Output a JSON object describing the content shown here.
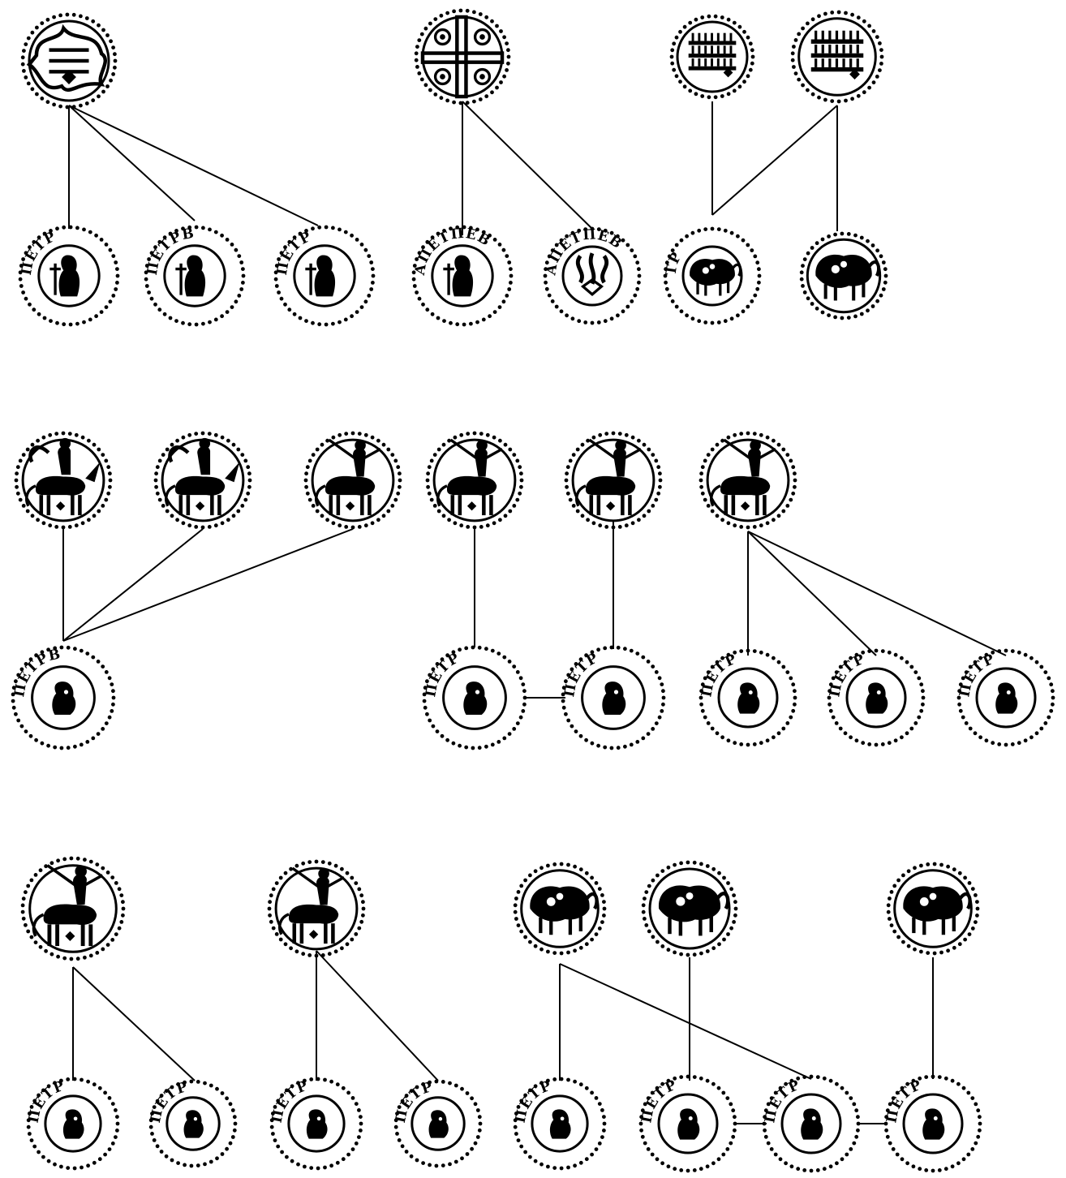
{
  "legend_texts": {
    "A": "ПЕТР",
    "B": "ПЕТРВ",
    "C": "АПЕТПЕВ",
    "D": "ТР"
  },
  "coins": [
    {
      "id": "c1",
      "kind": "ornament"
    },
    {
      "id": "c2",
      "kind": "saint",
      "legend": "A"
    },
    {
      "id": "c3",
      "kind": "saint",
      "legend": "B"
    },
    {
      "id": "c4",
      "kind": "saint",
      "legend": "A"
    },
    {
      "id": "c5",
      "kind": "cross"
    },
    {
      "id": "c6",
      "kind": "saint",
      "legend": "C"
    },
    {
      "id": "c7",
      "kind": "knot",
      "legend": "C"
    },
    {
      "id": "c8",
      "kind": "script"
    },
    {
      "id": "c9",
      "kind": "script"
    },
    {
      "id": "c10",
      "kind": "beast",
      "legend": "D"
    },
    {
      "id": "c11",
      "kind": "beast-fragment"
    },
    {
      "id": "c12",
      "kind": "rider"
    },
    {
      "id": "c13",
      "kind": "rider"
    },
    {
      "id": "c14",
      "kind": "centaur"
    },
    {
      "id": "c15",
      "kind": "centaur"
    },
    {
      "id": "c16",
      "kind": "centaur"
    },
    {
      "id": "c17",
      "kind": "centaur"
    },
    {
      "id": "c18",
      "kind": "bust",
      "legend": "B"
    },
    {
      "id": "c19",
      "kind": "bust",
      "legend": "A"
    },
    {
      "id": "c20",
      "kind": "bust",
      "legend": "A"
    },
    {
      "id": "c21",
      "kind": "bust",
      "legend": "A"
    },
    {
      "id": "c22",
      "kind": "bust",
      "legend": "A"
    },
    {
      "id": "c23",
      "kind": "bust",
      "legend": "A"
    },
    {
      "id": "c24",
      "kind": "centaur"
    },
    {
      "id": "c25",
      "kind": "centaur"
    },
    {
      "id": "c26",
      "kind": "beast"
    },
    {
      "id": "c27",
      "kind": "beast"
    },
    {
      "id": "c28",
      "kind": "beast"
    },
    {
      "id": "c29",
      "kind": "bust",
      "legend": "A"
    },
    {
      "id": "c30",
      "kind": "bust",
      "legend": "A"
    },
    {
      "id": "c31",
      "kind": "bust",
      "legend": "A"
    },
    {
      "id": "c32",
      "kind": "bust",
      "legend": "A"
    },
    {
      "id": "c33",
      "kind": "bust",
      "legend": "A"
    },
    {
      "id": "c34",
      "kind": "bust",
      "legend": "A"
    },
    {
      "id": "c35",
      "kind": "bust",
      "legend": "A"
    },
    {
      "id": "c36",
      "kind": "bust",
      "legend": "A"
    }
  ],
  "links": [
    [
      "c1",
      "c2"
    ],
    [
      "c1",
      "c3"
    ],
    [
      "c1",
      "c4"
    ],
    [
      "c5",
      "c6"
    ],
    [
      "c5",
      "c7"
    ],
    [
      "c8",
      "c10"
    ],
    [
      "c9",
      "c10"
    ],
    [
      "c9",
      "c11"
    ],
    [
      "c12",
      "c18"
    ],
    [
      "c13",
      "c18"
    ],
    [
      "c14",
      "c18"
    ],
    [
      "c15",
      "c19"
    ],
    [
      "c16",
      "c20"
    ],
    [
      "c19",
      "c20"
    ],
    [
      "c17",
      "c21"
    ],
    [
      "c17",
      "c22"
    ],
    [
      "c17",
      "c23"
    ],
    [
      "c24",
      "c29"
    ],
    [
      "c24",
      "c30"
    ],
    [
      "c25",
      "c31"
    ],
    [
      "c25",
      "c32"
    ],
    [
      "c26",
      "c33"
    ],
    [
      "c26",
      "c35"
    ],
    [
      "c27",
      "c34"
    ],
    [
      "c34",
      "c35"
    ],
    [
      "c28",
      "c36"
    ],
    [
      "c35",
      "c36"
    ]
  ]
}
